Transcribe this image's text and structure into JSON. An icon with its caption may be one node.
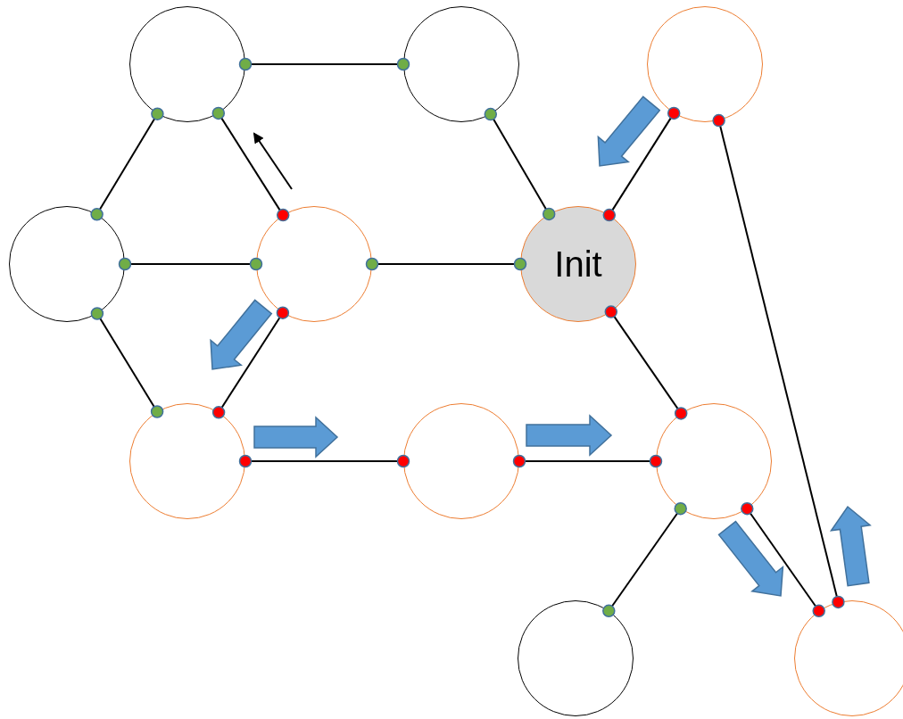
{
  "diagram": {
    "nodes": [
      {
        "text": [],
        "shape": "circle"
      },
      {
        "text": [],
        "shape": "circle"
      },
      {
        "text": [],
        "shape": "circle"
      },
      {
        "text": [],
        "shape": "circle"
      },
      {
        "text": [],
        "shape": "circle"
      },
      {
        "text": [
          "Init"
        ]
      },
      {
        "text": [],
        "shape": "circle"
      },
      {
        "text": [],
        "shape": "circle"
      },
      {
        "text": [],
        "shape": "circle"
      },
      {
        "text": [],
        "shape": "circle"
      },
      {
        "text": [],
        "shape": "circle"
      }
    ],
    "edges": [
      {
        "from": 0,
        "to": 1,
        "arrow": "other"
      },
      {
        "from": 0,
        "to": 3,
        "arrow": "other"
      },
      {
        "from": 0,
        "to": 4,
        "arrow": "other"
      },
      {
        "from": 3,
        "to": 4,
        "arrow": "other"
      },
      {
        "from": 3,
        "to": 6,
        "arrow": "other"
      },
      {
        "from": 4,
        "to": 5,
        "arrow": "other"
      },
      {
        "from": 4,
        "to": 6,
        "arrow": "other"
      },
      {
        "from": 1,
        "to": 5,
        "arrow": "other"
      },
      {
        "from": 2,
        "to": 5,
        "arrow": "other"
      },
      {
        "from": 2,
        "to": 10,
        "arrow": "other"
      },
      {
        "from": 5,
        "to": 8,
        "arrow": "other"
      },
      {
        "from": 6,
        "to": 7,
        "arrow": "other"
      },
      {
        "from": 7,
        "to": 8,
        "arrow": "other"
      },
      {
        "from": 8,
        "to": 9,
        "arrow": "other"
      },
      {
        "from": 8,
        "to": 10,
        "arrow": "other"
      }
    ]
  }
}
